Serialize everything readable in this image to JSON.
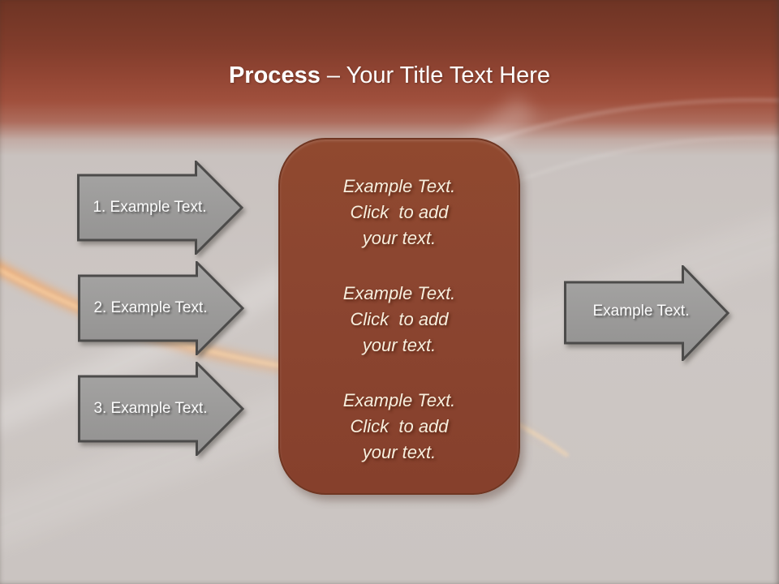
{
  "title": {
    "bold": "Process",
    "rest": " – Your Title Text Here"
  },
  "left_arrows": [
    {
      "label": "1. Example Text."
    },
    {
      "label": "2. Example Text."
    },
    {
      "label": "3. Example Text."
    }
  ],
  "center_box": {
    "paragraphs": [
      [
        "Example Text.",
        "Click  to add",
        "your text."
      ],
      [
        "Example Text.",
        "Click  to add",
        "your text."
      ],
      [
        "Example Text.",
        "Click  to add",
        "your text."
      ]
    ]
  },
  "right_arrow": {
    "label": "Example Text."
  },
  "colors": {
    "header_red_dark": "#6e3424",
    "header_red": "#a0503d",
    "background_gray": "#ccc6c3",
    "panel_brown": "#8b4530",
    "panel_border": "#703622",
    "panel_text": "#f7eedd",
    "arrow_gray": "#9b9a99",
    "arrow_border": "#4c4b4a",
    "arrow_text": "#fbfbfb",
    "title_text": "#ffffff",
    "accent_orange": "#f5a663"
  }
}
